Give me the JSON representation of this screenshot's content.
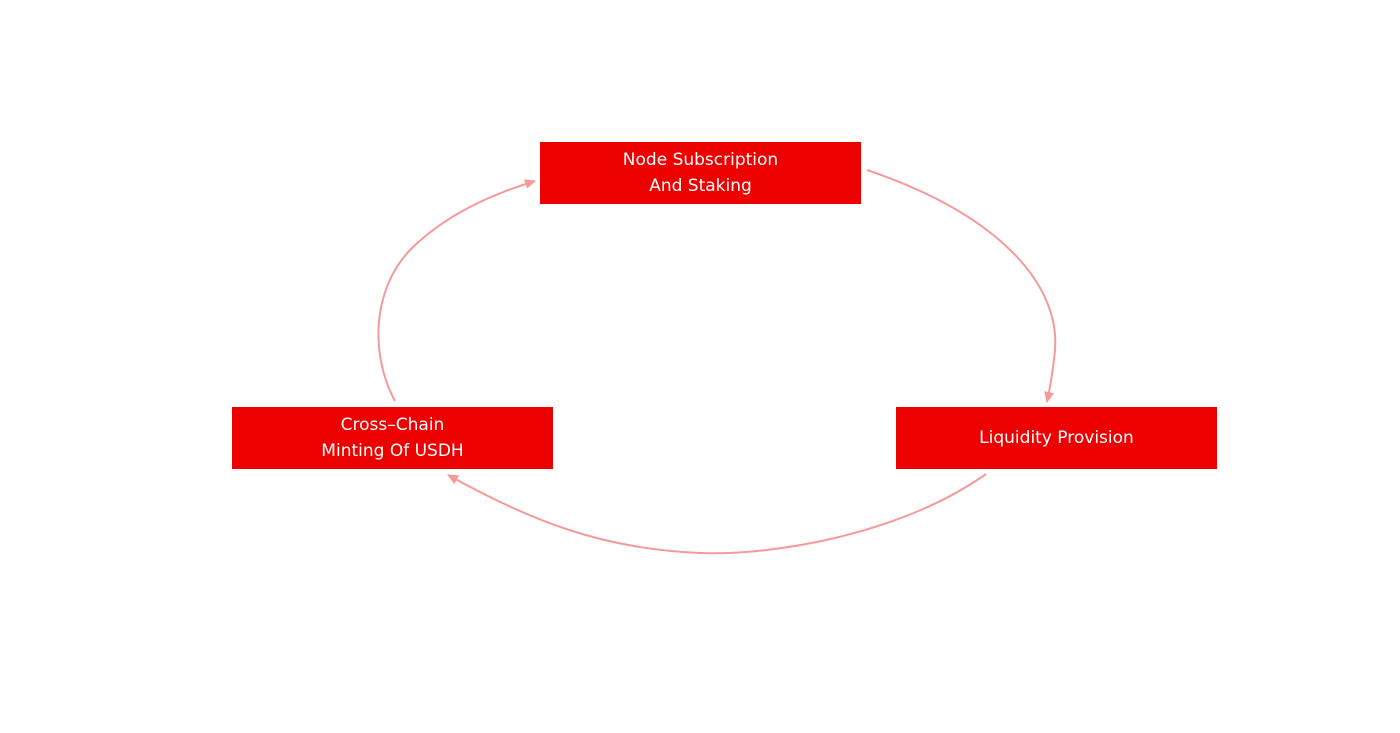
{
  "diagram": {
    "type": "cycle",
    "connector_color": "#f59a9a",
    "node_color": "#ec0000",
    "nodes": [
      {
        "id": "node-subscription-staking",
        "lines": [
          "Node Subscription",
          "And Staking"
        ]
      },
      {
        "id": "liquidity-provision",
        "lines": [
          "Liquidity Provision"
        ]
      },
      {
        "id": "cross-chain-minting",
        "lines": [
          "Cross–Chain",
          "Minting Of USDH"
        ]
      }
    ],
    "edges": [
      {
        "from": "node-subscription-staking",
        "to": "liquidity-provision"
      },
      {
        "from": "liquidity-provision",
        "to": "cross-chain-minting"
      },
      {
        "from": "cross-chain-minting",
        "to": "node-subscription-staking"
      }
    ]
  }
}
